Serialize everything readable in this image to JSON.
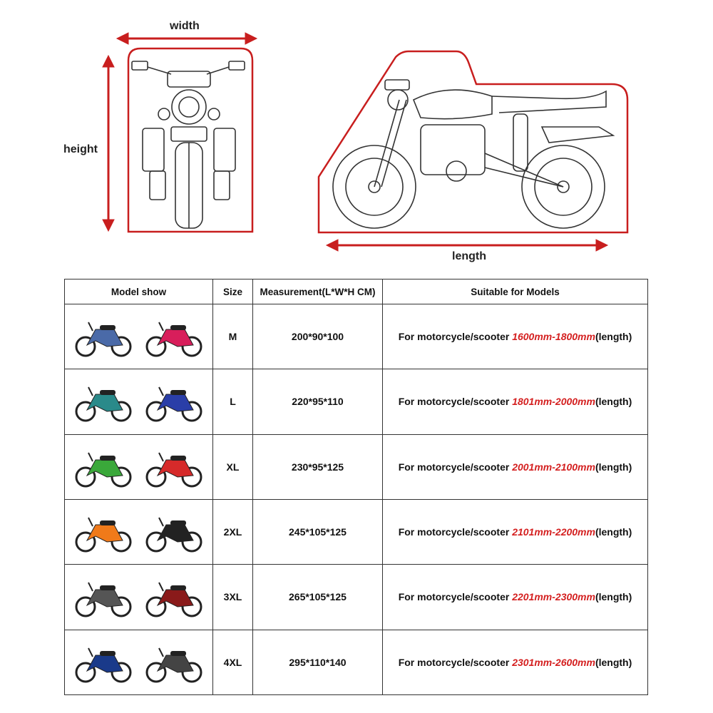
{
  "diagram": {
    "labels": {
      "width": "width",
      "height": "height",
      "length": "length"
    },
    "colors": {
      "outline": "#c81e1e",
      "sketch": "#333333"
    }
  },
  "table": {
    "headers": [
      "Model show",
      "Size",
      "Measurement(L*W*H CM)",
      "Suitable for Models"
    ],
    "rows": [
      {
        "size": "M",
        "measurement": "200*90*100",
        "prefix": "For motorcycle/scooter ",
        "range": "1600mm-1800mm",
        "suffix": "(length)",
        "images": [
          "bicycle-image",
          "scooter-image"
        ],
        "colors": [
          "#4a6aa8",
          "#d81e5b"
        ]
      },
      {
        "size": "L",
        "measurement": "220*95*110",
        "prefix": "For motorcycle/scooter ",
        "range": "1801mm-2000mm",
        "suffix": "(length)",
        "images": [
          "moped-image",
          "scooter-image"
        ],
        "colors": [
          "#2a8a8a",
          "#2a3ea8"
        ]
      },
      {
        "size": "XL",
        "measurement": "230*95*125",
        "prefix": "For motorcycle/scooter ",
        "range": "2001mm-2100mm",
        "suffix": "(length)",
        "images": [
          "sport-bike-image",
          "sport-bike-image"
        ],
        "colors": [
          "#3aa83a",
          "#d62a2a"
        ]
      },
      {
        "size": "2XL",
        "measurement": "245*105*125",
        "prefix": "For motorcycle/scooter ",
        "range": "2101mm-2200mm",
        "suffix": "(length)",
        "images": [
          "dirt-bike-image",
          "naked-bike-image"
        ],
        "colors": [
          "#f07a1a",
          "#222222"
        ]
      },
      {
        "size": "3XL",
        "measurement": "265*105*125",
        "prefix": "For motorcycle/scooter ",
        "range": "2201mm-2300mm",
        "suffix": "(length)",
        "images": [
          "touring-bike-image",
          "touring-bike-image"
        ],
        "colors": [
          "#555555",
          "#8a1a1a"
        ]
      },
      {
        "size": "4XL",
        "measurement": "295*110*140",
        "prefix": "For motorcycle/scooter ",
        "range": "2301mm-2600mm",
        "suffix": "(length)",
        "images": [
          "cruiser-bike-image",
          "touring-bike-image"
        ],
        "colors": [
          "#1a3a8a",
          "#444444"
        ]
      }
    ]
  }
}
